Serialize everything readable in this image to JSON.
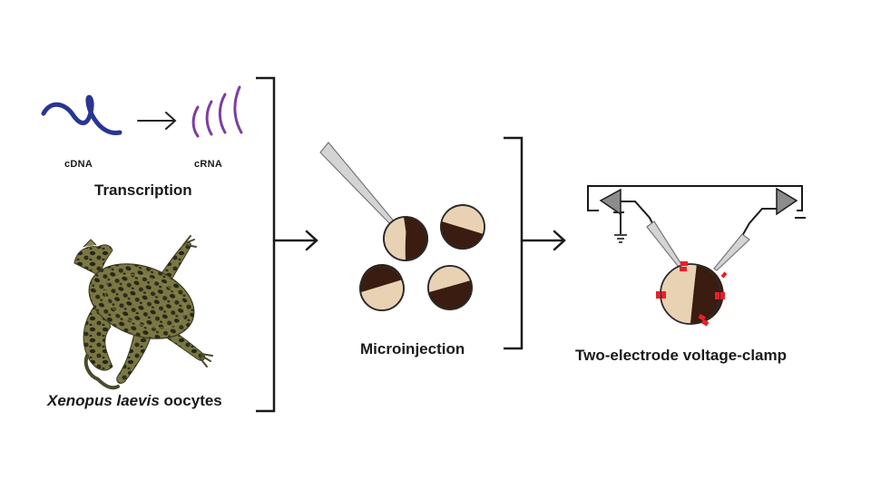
{
  "labels": {
    "cdna": "cDNA",
    "crna": "cRNA",
    "transcription": "Transcription",
    "species_italic": "Xenopus laevis",
    "oocytes": "oocytes",
    "microinjection": "Microinjection",
    "tevc": "Two-electrode voltage-clamp"
  },
  "colors": {
    "cdna": "#283593",
    "crna": "#7b3fa0",
    "oocyte_light": "#e9d2b4",
    "oocyte_dark": "#3a1c10",
    "channel": "#e8202a",
    "frog_body": "#6b6a3e",
    "frog_spots": "#2a2a18",
    "amplifier": "#8c8c8c"
  },
  "icons": [
    "frog-image",
    "electrode-pipette",
    "amplifier-triangle",
    "ground-icon"
  ]
}
